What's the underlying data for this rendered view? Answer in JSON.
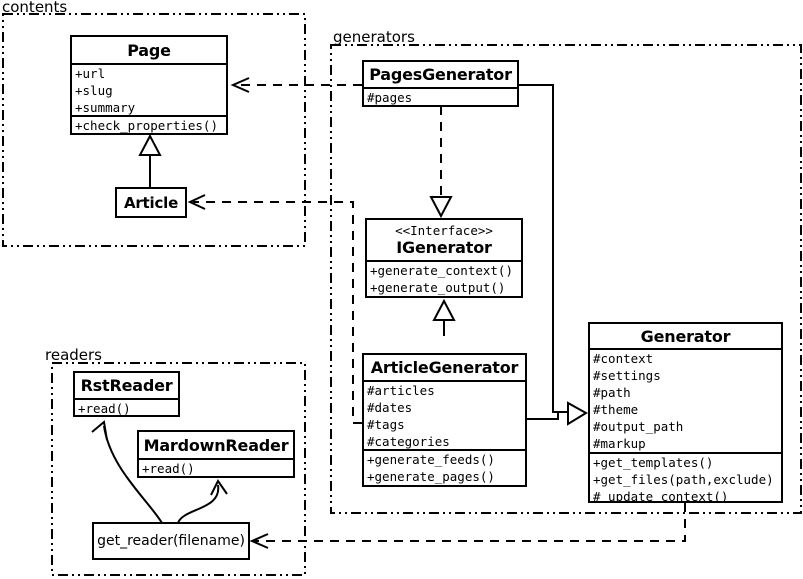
{
  "packages": {
    "contents": {
      "label": "contents"
    },
    "generators": {
      "label": "generators"
    },
    "readers": {
      "label": "readers"
    }
  },
  "classes": {
    "page": {
      "name": "Page",
      "attributes": [
        "+url",
        "+slug",
        "+summary"
      ],
      "methods": [
        "+check_properties()"
      ]
    },
    "article": {
      "name": "Article"
    },
    "pages_generator": {
      "name": "PagesGenerator",
      "attributes": [
        "#pages"
      ]
    },
    "igenerator": {
      "stereotype": "<<Interface>>",
      "name": "IGenerator",
      "methods": [
        "+generate_context()",
        "+generate_output()"
      ]
    },
    "article_generator": {
      "name": "ArticleGenerator",
      "attributes": [
        "#articles",
        "#dates",
        "#tags",
        "#categories"
      ],
      "methods": [
        "+generate_feeds()",
        "+generate_pages()"
      ]
    },
    "generator": {
      "name": "Generator",
      "attributes": [
        "#context",
        "#settings",
        "#path",
        "#theme",
        "#output_path",
        "#markup"
      ],
      "methods": [
        "+get_templates()",
        "+get_files(path,exclude)",
        "#_update_context()"
      ]
    },
    "rst_reader": {
      "name": "RstReader",
      "methods": [
        "+read()"
      ]
    },
    "mardown_reader": {
      "name": "MardownReader",
      "methods": [
        "+read()"
      ]
    },
    "get_reader": {
      "name": "get_reader(filename)"
    }
  },
  "colors": {
    "line": "#000000",
    "background": "#ffffff",
    "box_fill": "#ffffff"
  }
}
